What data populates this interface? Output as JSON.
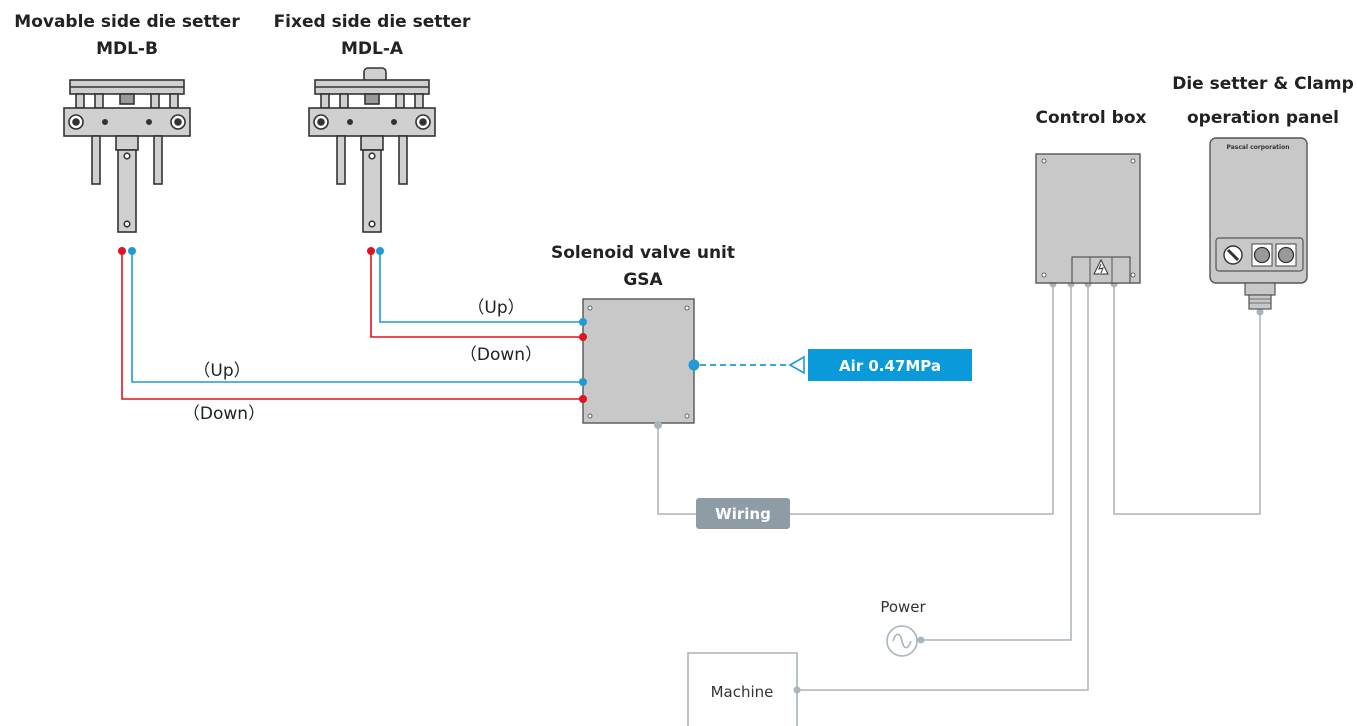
{
  "devices": {
    "mdl_b": {
      "title_line1": "Movable side die setter",
      "title_line2": "MDL-B"
    },
    "mdl_a": {
      "title_line1": "Fixed side die setter",
      "title_line2": "MDL-A"
    },
    "gsa": {
      "title_line1": "Solenoid valve unit",
      "title_line2": "GSA"
    },
    "control_box": {
      "title": "Control box"
    },
    "operation_panel": {
      "title_line1": "Die setter & Clamp",
      "title_line2": "operation panel",
      "brand": "Pascal corporation"
    }
  },
  "hoses": {
    "mdl_a_up": "（Up）",
    "mdl_a_down": "（Down）",
    "mdl_b_up": "（Up）",
    "mdl_b_down": "（Down）"
  },
  "tags": {
    "air": "Air  0.47MPa",
    "wiring": "Wiring"
  },
  "sources": {
    "power": "Power",
    "machine": "Machine"
  },
  "colors": {
    "up_hose": "#1e9ad6",
    "down_hose": "#e0141e",
    "wire": "#a9b4bb",
    "air_tag": "#0a9ad9",
    "wiring_tag": "#8e9ca5",
    "device_fill": "#c8c8c8"
  }
}
